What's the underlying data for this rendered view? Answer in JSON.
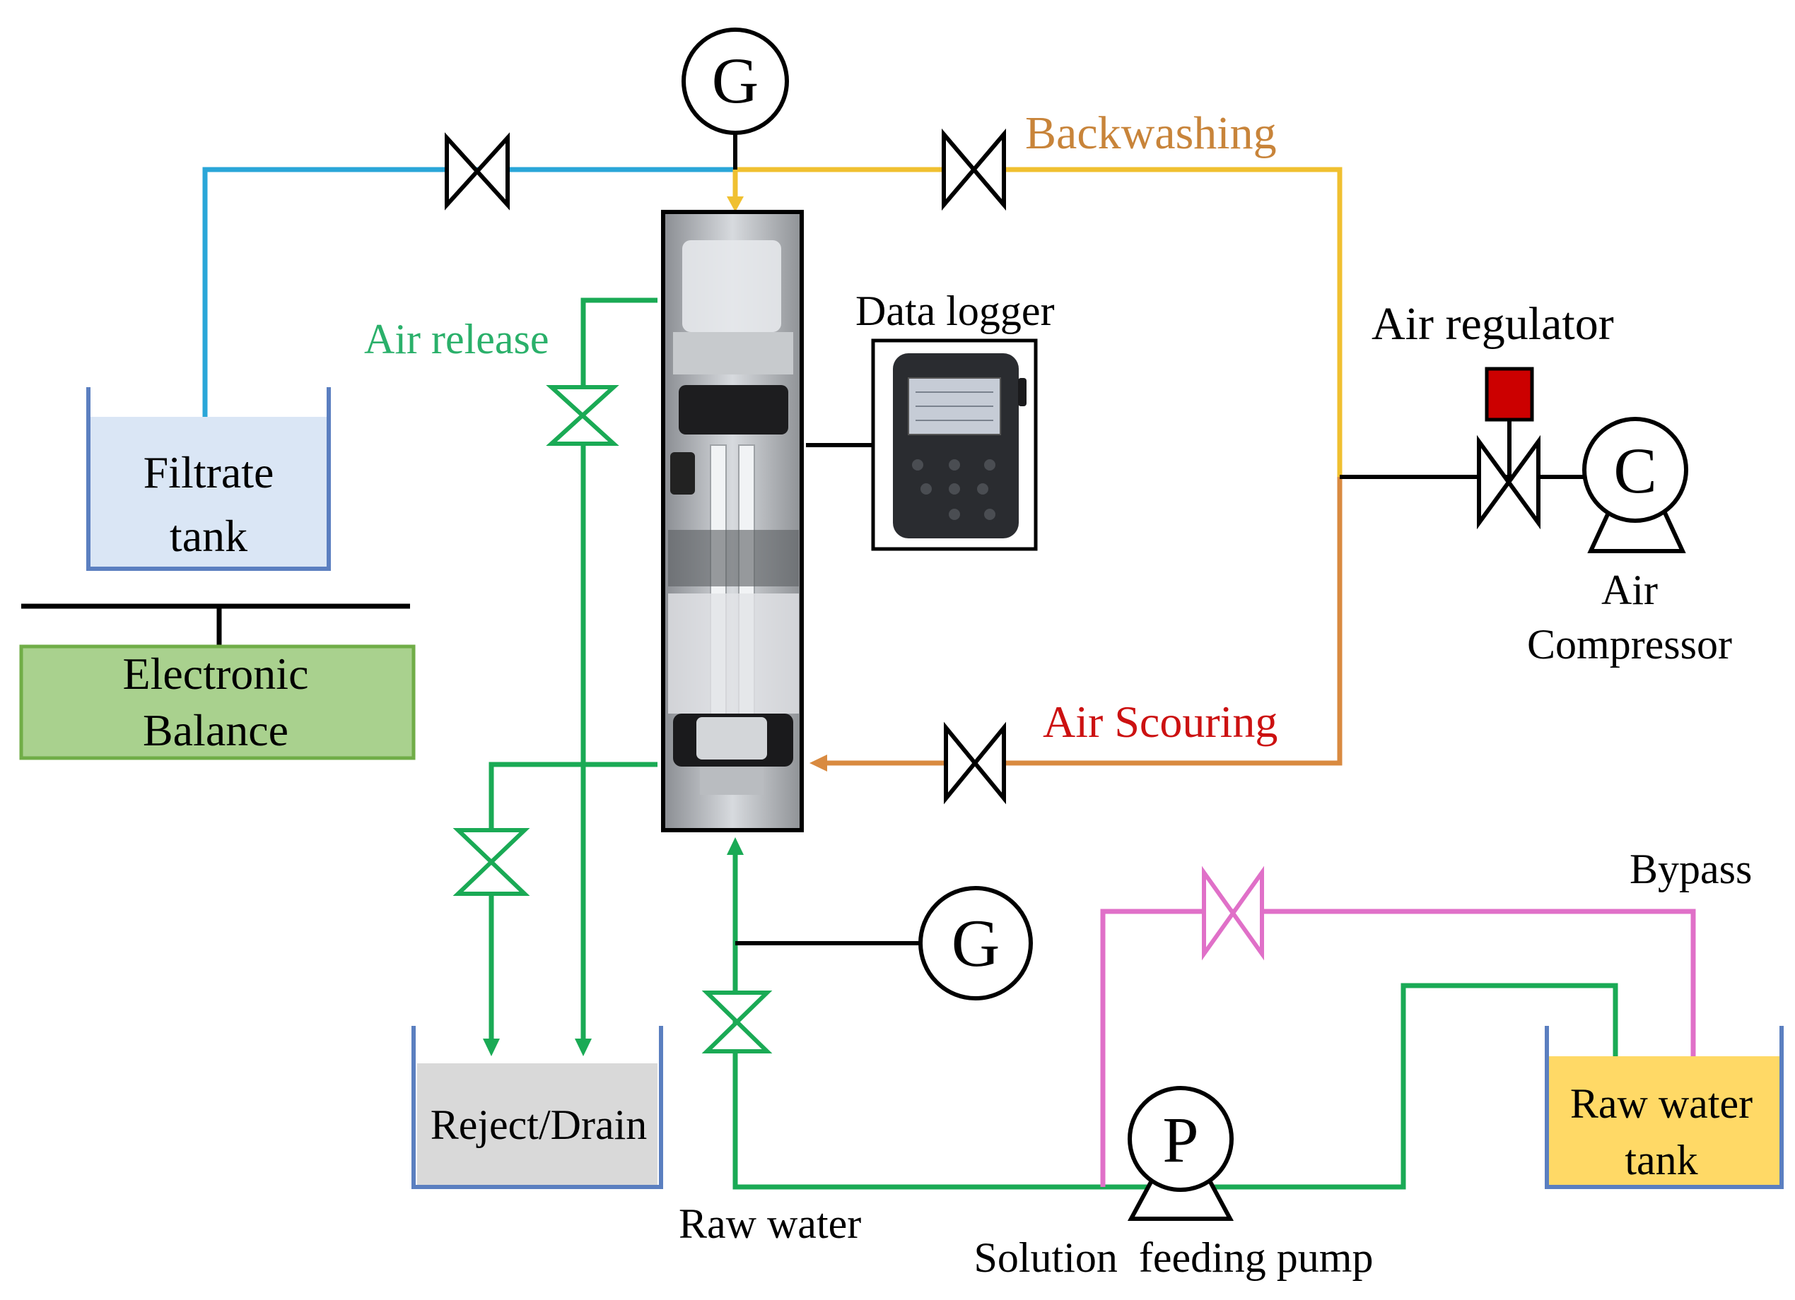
{
  "labels": {
    "backwashing": "Backwashing",
    "air_release": "Air release",
    "data_logger": "Data logger",
    "air_regulator": "Air regulator",
    "air_scouring": "Air Scouring",
    "bypass": "Bypass",
    "raw_water": "Raw water",
    "pump_label": "Solution  feeding pump",
    "compressor_line1": "Air",
    "compressor_line2": "Compressor"
  },
  "tanks": {
    "filtrate_line1": "Filtrate",
    "filtrate_line2": "tank",
    "balance_line1": "Electronic",
    "balance_line2": "Balance",
    "reject": "Reject/Drain",
    "raw_line1": "Raw water",
    "raw_line2": "tank"
  },
  "symbols": {
    "gauge_top": "G",
    "gauge_bottom": "G",
    "compressor": "C",
    "pump": "P"
  },
  "colors": {
    "filtrate_line": "#2aa6d8",
    "backwash_line": "#f0c030",
    "air_line": "#d98a40",
    "water_line": "#1aaa55",
    "bypass_line": "#e070c8",
    "backwashing_text": "#c8843a",
    "air_release_text": "#2ab06a",
    "air_scouring_text": "#cc1111",
    "regulator_red": "#cc0000",
    "filtrate_tank_fill": "#dae6f5",
    "balance_fill": "#a9d18e",
    "reject_fill": "#d9d9d9",
    "raw_tank_fill": "#ffd966"
  }
}
